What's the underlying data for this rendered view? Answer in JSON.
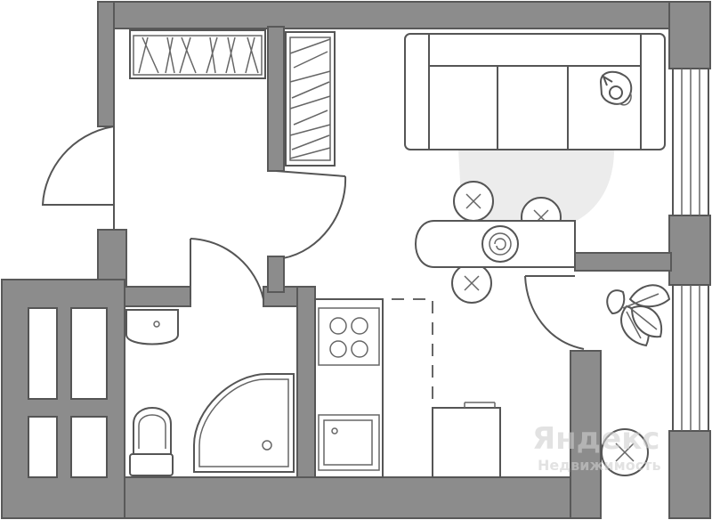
{
  "plan": {
    "view": "studio apartment floor plan",
    "colors": {
      "wall_fill": "#8c8c8c",
      "wall_outline": "#595959",
      "line": "#555555",
      "background": "#ffffff",
      "light_shade": "#ececec"
    },
    "furniture_icons": [
      "wardrobe-icon",
      "bookshelf-icon",
      "sofa-icon",
      "cat-icon",
      "round-chair-icon",
      "bar-table-icon",
      "plant-icon",
      "armchair-icon",
      "bathroom-sink-icon",
      "toilet-icon",
      "shower-cabin-icon",
      "stove-icon",
      "kitchen-sink-icon",
      "fridge-icon",
      "door-swing-icon",
      "window-icon",
      "balcony-storage-icon"
    ]
  },
  "watermark": {
    "main": "Яндекс",
    "sub": "Недвижимость"
  }
}
